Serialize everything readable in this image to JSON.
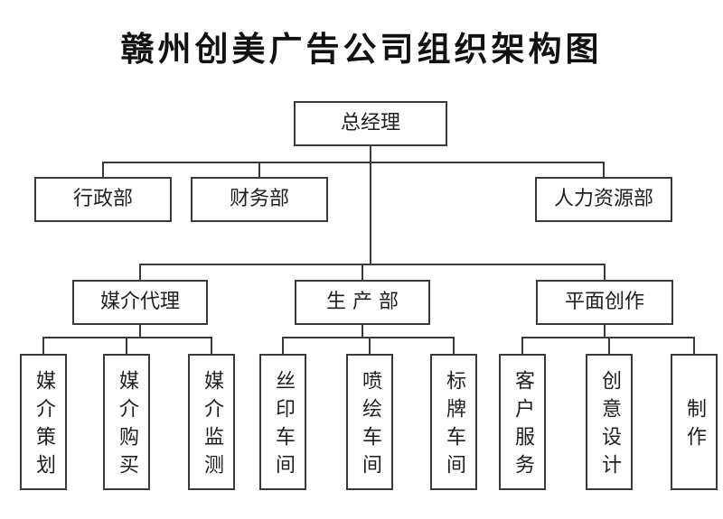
{
  "title": "赣州创美广告公司组织架构图",
  "org": {
    "root": {
      "label": "总经理"
    },
    "level2": [
      {
        "label": "行政部"
      },
      {
        "label": "财务部"
      },
      {
        "label": "人力资源部"
      }
    ],
    "level3": [
      {
        "label": "媒介代理"
      },
      {
        "label": "生产部"
      },
      {
        "label": "平面创作"
      }
    ],
    "level4_groups": [
      {
        "parent": "媒介代理",
        "children": [
          "媒介策划",
          "媒介购买",
          "媒介监测"
        ]
      },
      {
        "parent": "生产部",
        "children": [
          "丝印车间",
          "喷绘车间",
          "标牌车间"
        ]
      },
      {
        "parent": "平面创作",
        "children": [
          "客户服务",
          "创意设计",
          "制作"
        ]
      }
    ]
  },
  "colors": {
    "line": "#3a3a3a",
    "text": "#1f1f1f",
    "title": "#111111",
    "background": "#ffffff"
  }
}
